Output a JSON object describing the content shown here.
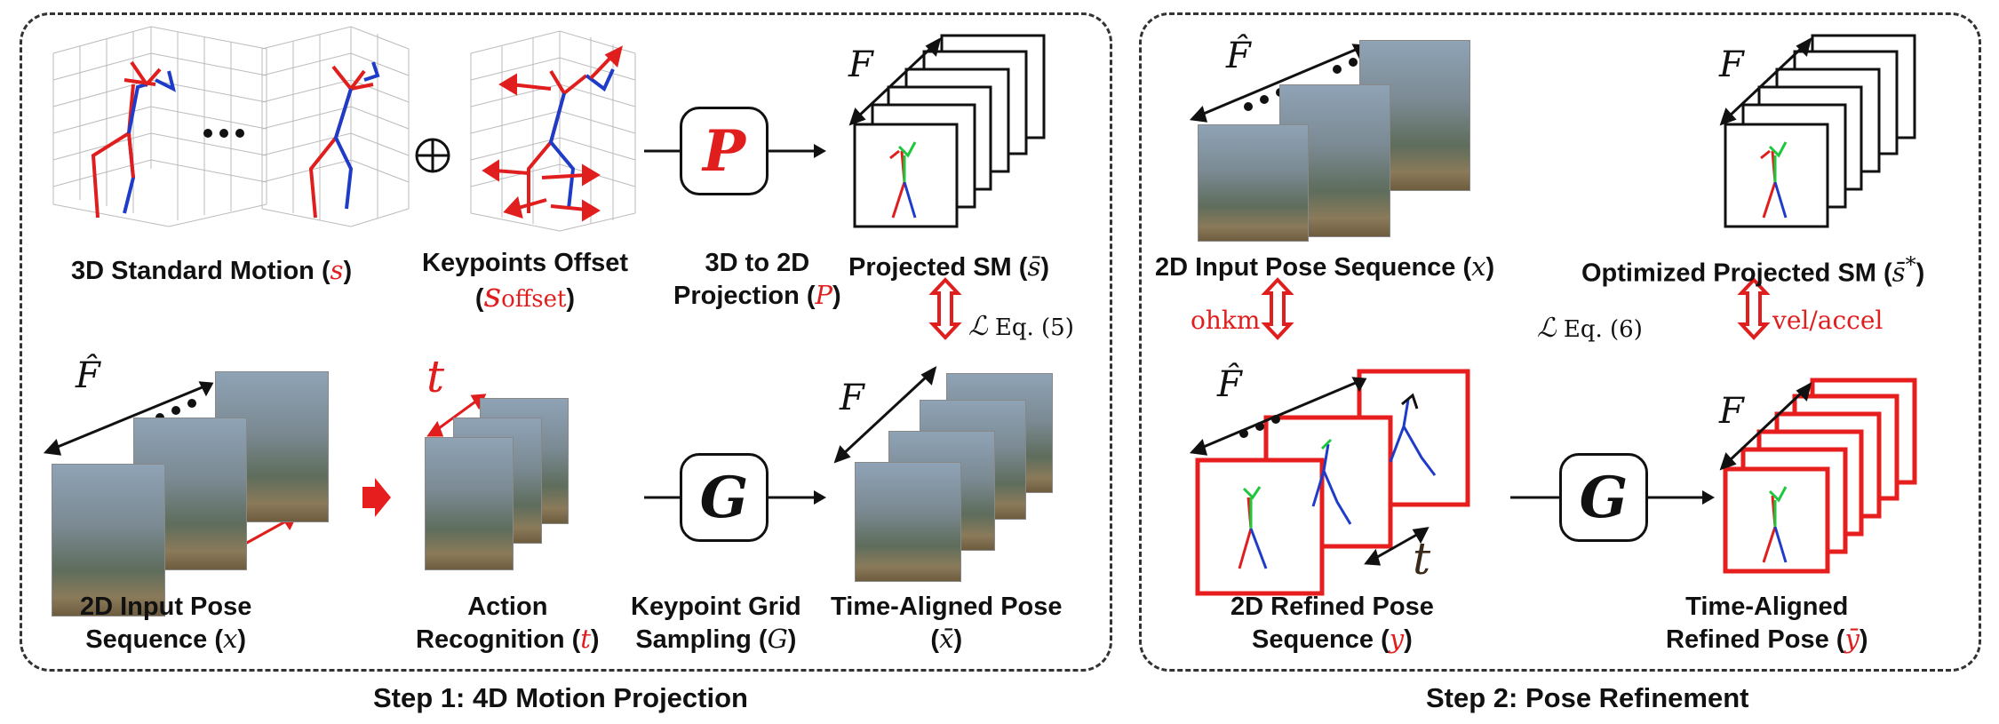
{
  "step1": {
    "title": "Step 1: 4D Motion Projection",
    "std_motion_label": "3D Standard Motion (",
    "std_motion_sym": "s",
    "offset_label": "Keypoints Offset",
    "offset_sym": "s",
    "offset_sub": "offset",
    "proj_label_1": "3D to 2D",
    "proj_label_2": "Projection (",
    "proj_sym": "P",
    "proj_box_letter": "P",
    "projected_sm_label": "Projected SM (",
    "projected_sm_sym": "s̄",
    "loss_eq": "Eq. (5)",
    "loss_symbol": "ℒ",
    "input_label_1": "2D Input Pose",
    "input_label_2": "Sequence (",
    "input_sym": "x",
    "action_label_1": "Action",
    "action_label_2": "Recognition (",
    "action_sym": "t",
    "grid_label_1": "Keypoint Grid",
    "grid_label_2": "Sampling (",
    "grid_sym": "G",
    "grid_box_letter": "G",
    "aligned_label_1": "Time-Aligned Pose",
    "aligned_sym": "x̄",
    "frames_F": "F",
    "frames_Fhat": "F̂",
    "t_symbol": "t",
    "ellipsis": "•••",
    "oplus": "⊕"
  },
  "step2": {
    "title": "Step 2: Pose Refinement",
    "input_label": "2D Input Pose Sequence (",
    "input_sym": "x",
    "optimized_label": "Optimized Projected SM (",
    "optimized_sym": "s̄",
    "optimized_star": "*",
    "ohkm": "ohkm",
    "vel_accel": "vel/accel",
    "loss_symbol": "ℒ",
    "loss_eq": "Eq. (6)",
    "refined_label_1": "2D Refined Pose",
    "refined_label_2": "Sequence (",
    "refined_sym": "y",
    "aligned_label_1": "Time-Aligned",
    "aligned_label_2": "Refined Pose (",
    "aligned_sym": "ȳ",
    "box_letter": "G",
    "frames_F": "F",
    "frames_Fhat": "F̂",
    "t_symbol": "t"
  },
  "colors": {
    "red": "#e01e1e",
    "blue": "#1e3cc8",
    "green": "#1ec83c",
    "stroke": "#111111"
  }
}
